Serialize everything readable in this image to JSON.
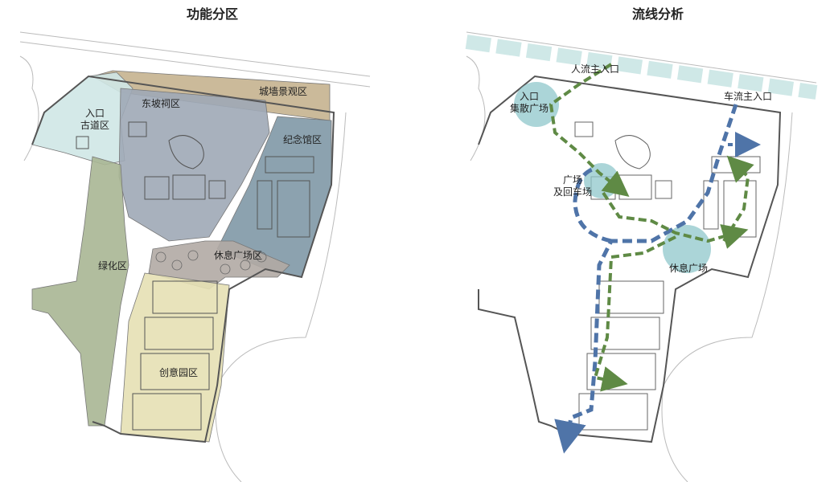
{
  "left_panel": {
    "title": "功能分区",
    "zones": {
      "entrance": [
        "入口",
        "古道区"
      ],
      "dongpo": "东坡祠区",
      "wall": "城墙景观区",
      "memorial": "纪念馆区",
      "green": "绿化区",
      "rest_plaza": "休息广场区",
      "creative": "创意园区"
    },
    "colors": {
      "entrance": "#cfe7e6",
      "dongpo": "#9ea9b6",
      "wall": "#c5b38f",
      "memorial": "#7f98a6",
      "green": "#a8b693",
      "rest_plaza": "#b1aaa4",
      "creative": "#e6e0b4"
    }
  },
  "right_panel": {
    "title": "流线分析",
    "labels": {
      "pedestrian_entry": "人流主入口",
      "vehicle_entry": "车流主入口",
      "entry_plaza": [
        "入口",
        "集散广场"
      ],
      "turn_plaza": [
        "广场",
        "及回车场"
      ],
      "rest_plaza": "休息广场"
    },
    "colors": {
      "pedestrian_flow": "#5f8a45",
      "vehicle_flow": "#4f74a8",
      "node_circle": "#8fc7cb",
      "top_band": "#cfe8e7"
    }
  }
}
